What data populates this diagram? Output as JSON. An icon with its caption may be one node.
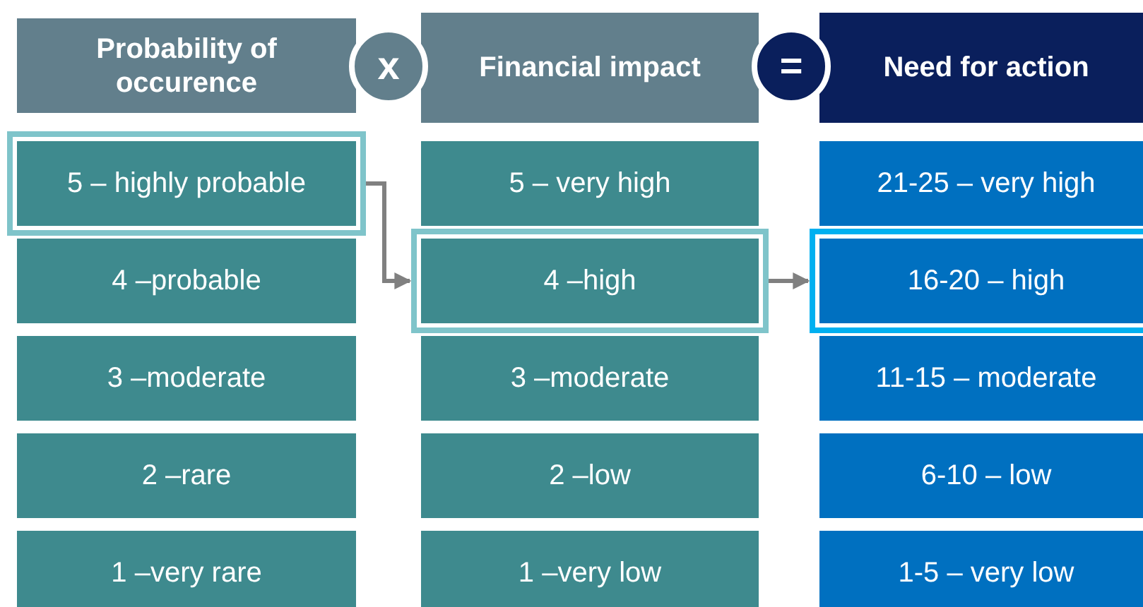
{
  "diagram": {
    "nodes": [
      {
        "text": [
          "Probability of occurence"
        ]
      },
      {
        "text": [
          "x"
        ]
      },
      {
        "text": [
          "Financial impact"
        ]
      },
      {
        "text": [
          "="
        ]
      },
      {
        "text": [
          "Need for action"
        ]
      },
      {
        "text": [
          "5 – highly probable"
        ]
      },
      {
        "text": [
          "5 – very high"
        ]
      },
      {
        "text": [
          "21-25 – very high"
        ]
      },
      {
        "text": [
          "4 –probable"
        ]
      },
      {
        "text": [
          "4 –high"
        ]
      },
      {
        "text": [
          "16-20 – high"
        ]
      },
      {
        "text": [
          "3 –moderate"
        ]
      },
      {
        "text": [
          "3 –moderate"
        ]
      },
      {
        "text": [
          "11-15 – moderate"
        ]
      },
      {
        "text": [
          "2 –rare"
        ]
      },
      {
        "text": [
          "2 –low"
        ]
      },
      {
        "text": [
          "6-10 – low"
        ]
      },
      {
        "text": [
          "1 –very rare"
        ]
      },
      {
        "text": [
          "1 –very low"
        ]
      },
      {
        "text": [
          "1-5 – very low"
        ]
      }
    ],
    "edges": [
      {
        "from": 5,
        "to": 9,
        "arrow": "to"
      },
      {
        "from": 9,
        "to": 10,
        "arrow": "to"
      }
    ]
  }
}
